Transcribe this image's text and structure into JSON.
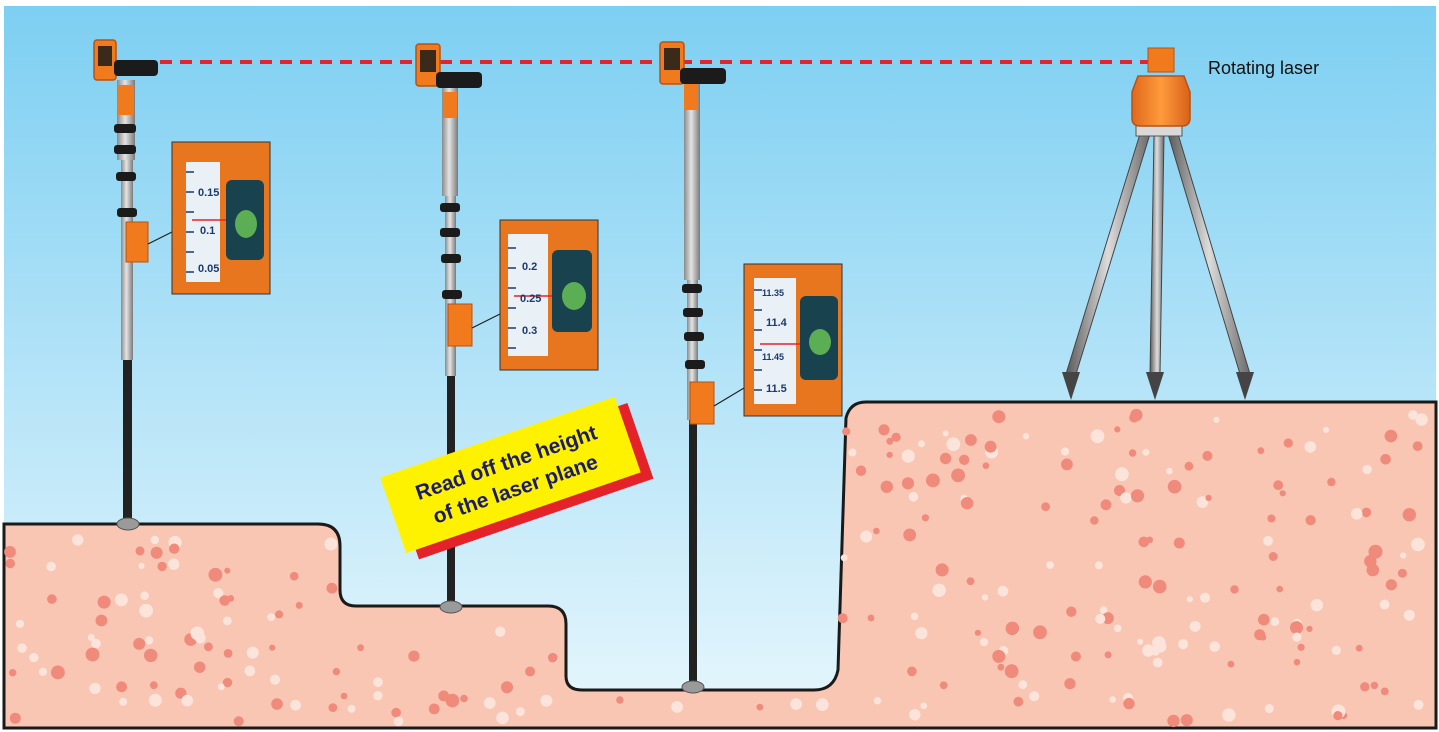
{
  "labels": {
    "rotating_laser": "Rotating laser",
    "callout_line1": "Read off the height",
    "callout_line2": "of the laser plane"
  },
  "readouts": [
    {
      "ticks": [
        "0.15",
        "0.1",
        "0.05"
      ]
    },
    {
      "ticks": [
        "0.2",
        "0.25",
        "0.3"
      ]
    },
    {
      "ticks": [
        "11.35",
        "11.4",
        "11.45",
        "11.5"
      ]
    }
  ],
  "colors": {
    "sky_top": "#7fd0f2",
    "sky_bottom": "#e6f6fc",
    "ground": "#f8c6b3",
    "laser_line": "#e0262c",
    "instrument_orange": "#f07a1c",
    "callout_bg": "#fff200",
    "callout_shadow": "#e4222a"
  },
  "icons": [
    "rotating-laser-icon",
    "tripod-icon",
    "leveling-staff-icon",
    "laser-receiver-icon"
  ]
}
